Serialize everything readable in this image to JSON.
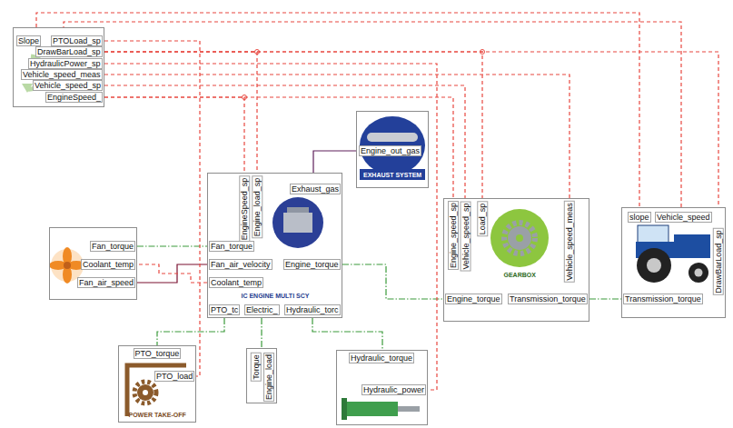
{
  "diagram": {
    "nodes": [
      {
        "text": [
          "Slope",
          "PTOLoad_sp",
          "DrawBarLoad_sp",
          "HydraulicPower_sp",
          "Vehicle_speed_meas",
          "Vehicle_speed_sp",
          "EngineSpeed_"
        ]
      },
      {
        "text": [
          "Engine_out_gas",
          "EXHAUST SYSTEM"
        ]
      },
      {
        "text": [
          "Fan_torque",
          "Coolant_temp",
          "Fan_air_speed"
        ]
      },
      {
        "text": [
          "EngineSpeed_sp",
          "Engine_load_sp",
          "Exhaust_gas",
          "Fan_torque",
          "Fan_air_velocity",
          "Coolant_temp",
          "Engine_torque",
          "IC ENGINE MULTI SCY",
          "PTO_tc",
          "Electric_",
          "Hydraulic_torc"
        ]
      },
      {
        "text": [
          "Engine_speed_sp",
          "Vehicle_speed_sp",
          "Load_sp",
          "Vehicle_speed_meas",
          "Engine_torque",
          "Transmission_torque",
          "GEARBOX"
        ]
      },
      {
        "text": [
          "slope",
          "Vehicle_speed",
          "DrawBarLoad_sp",
          "Transmission_torque"
        ]
      },
      {
        "text": [
          "PTO_torque",
          "PTO_load",
          "POWER TAKE-OFF"
        ]
      },
      {
        "text": [
          "Torque",
          "Engine_load"
        ]
      },
      {
        "text": [
          "Hydraulic_torque",
          "Hydraulic_power"
        ]
      }
    ],
    "edges": [
      {
        "from": 2,
        "to": 3,
        "arrow": "none"
      },
      {
        "from": 3,
        "to": 2,
        "arrow": "none"
      },
      {
        "from": 3,
        "to": 2,
        "arrow": "none"
      },
      {
        "from": 3,
        "to": 1,
        "arrow": "none"
      },
      {
        "from": 3,
        "to": 4,
        "arrow": "none"
      },
      {
        "from": 4,
        "to": 5,
        "arrow": "none"
      },
      {
        "from": 3,
        "to": 6,
        "arrow": "none"
      },
      {
        "from": 3,
        "to": 7,
        "arrow": "none"
      },
      {
        "from": 3,
        "to": 8,
        "arrow": "none"
      },
      {
        "from": 0,
        "to": 5,
        "arrow": "none"
      },
      {
        "from": 0,
        "to": 6,
        "arrow": "none"
      },
      {
        "from": 0,
        "to": 5,
        "arrow": "none"
      },
      {
        "from": 0,
        "to": 4,
        "arrow": "none"
      },
      {
        "from": 0,
        "to": 3,
        "arrow": "none"
      },
      {
        "from": 0,
        "to": 8,
        "arrow": "none"
      },
      {
        "from": 4,
        "to": 0,
        "arrow": "none"
      },
      {
        "from": 0,
        "to": 4,
        "arrow": "none"
      },
      {
        "from": 0,
        "to": 3,
        "arrow": "none"
      },
      {
        "from": 0,
        "to": 4,
        "arrow": "none"
      },
      {
        "from": 5,
        "to": 0,
        "arrow": "none"
      }
    ]
  }
}
